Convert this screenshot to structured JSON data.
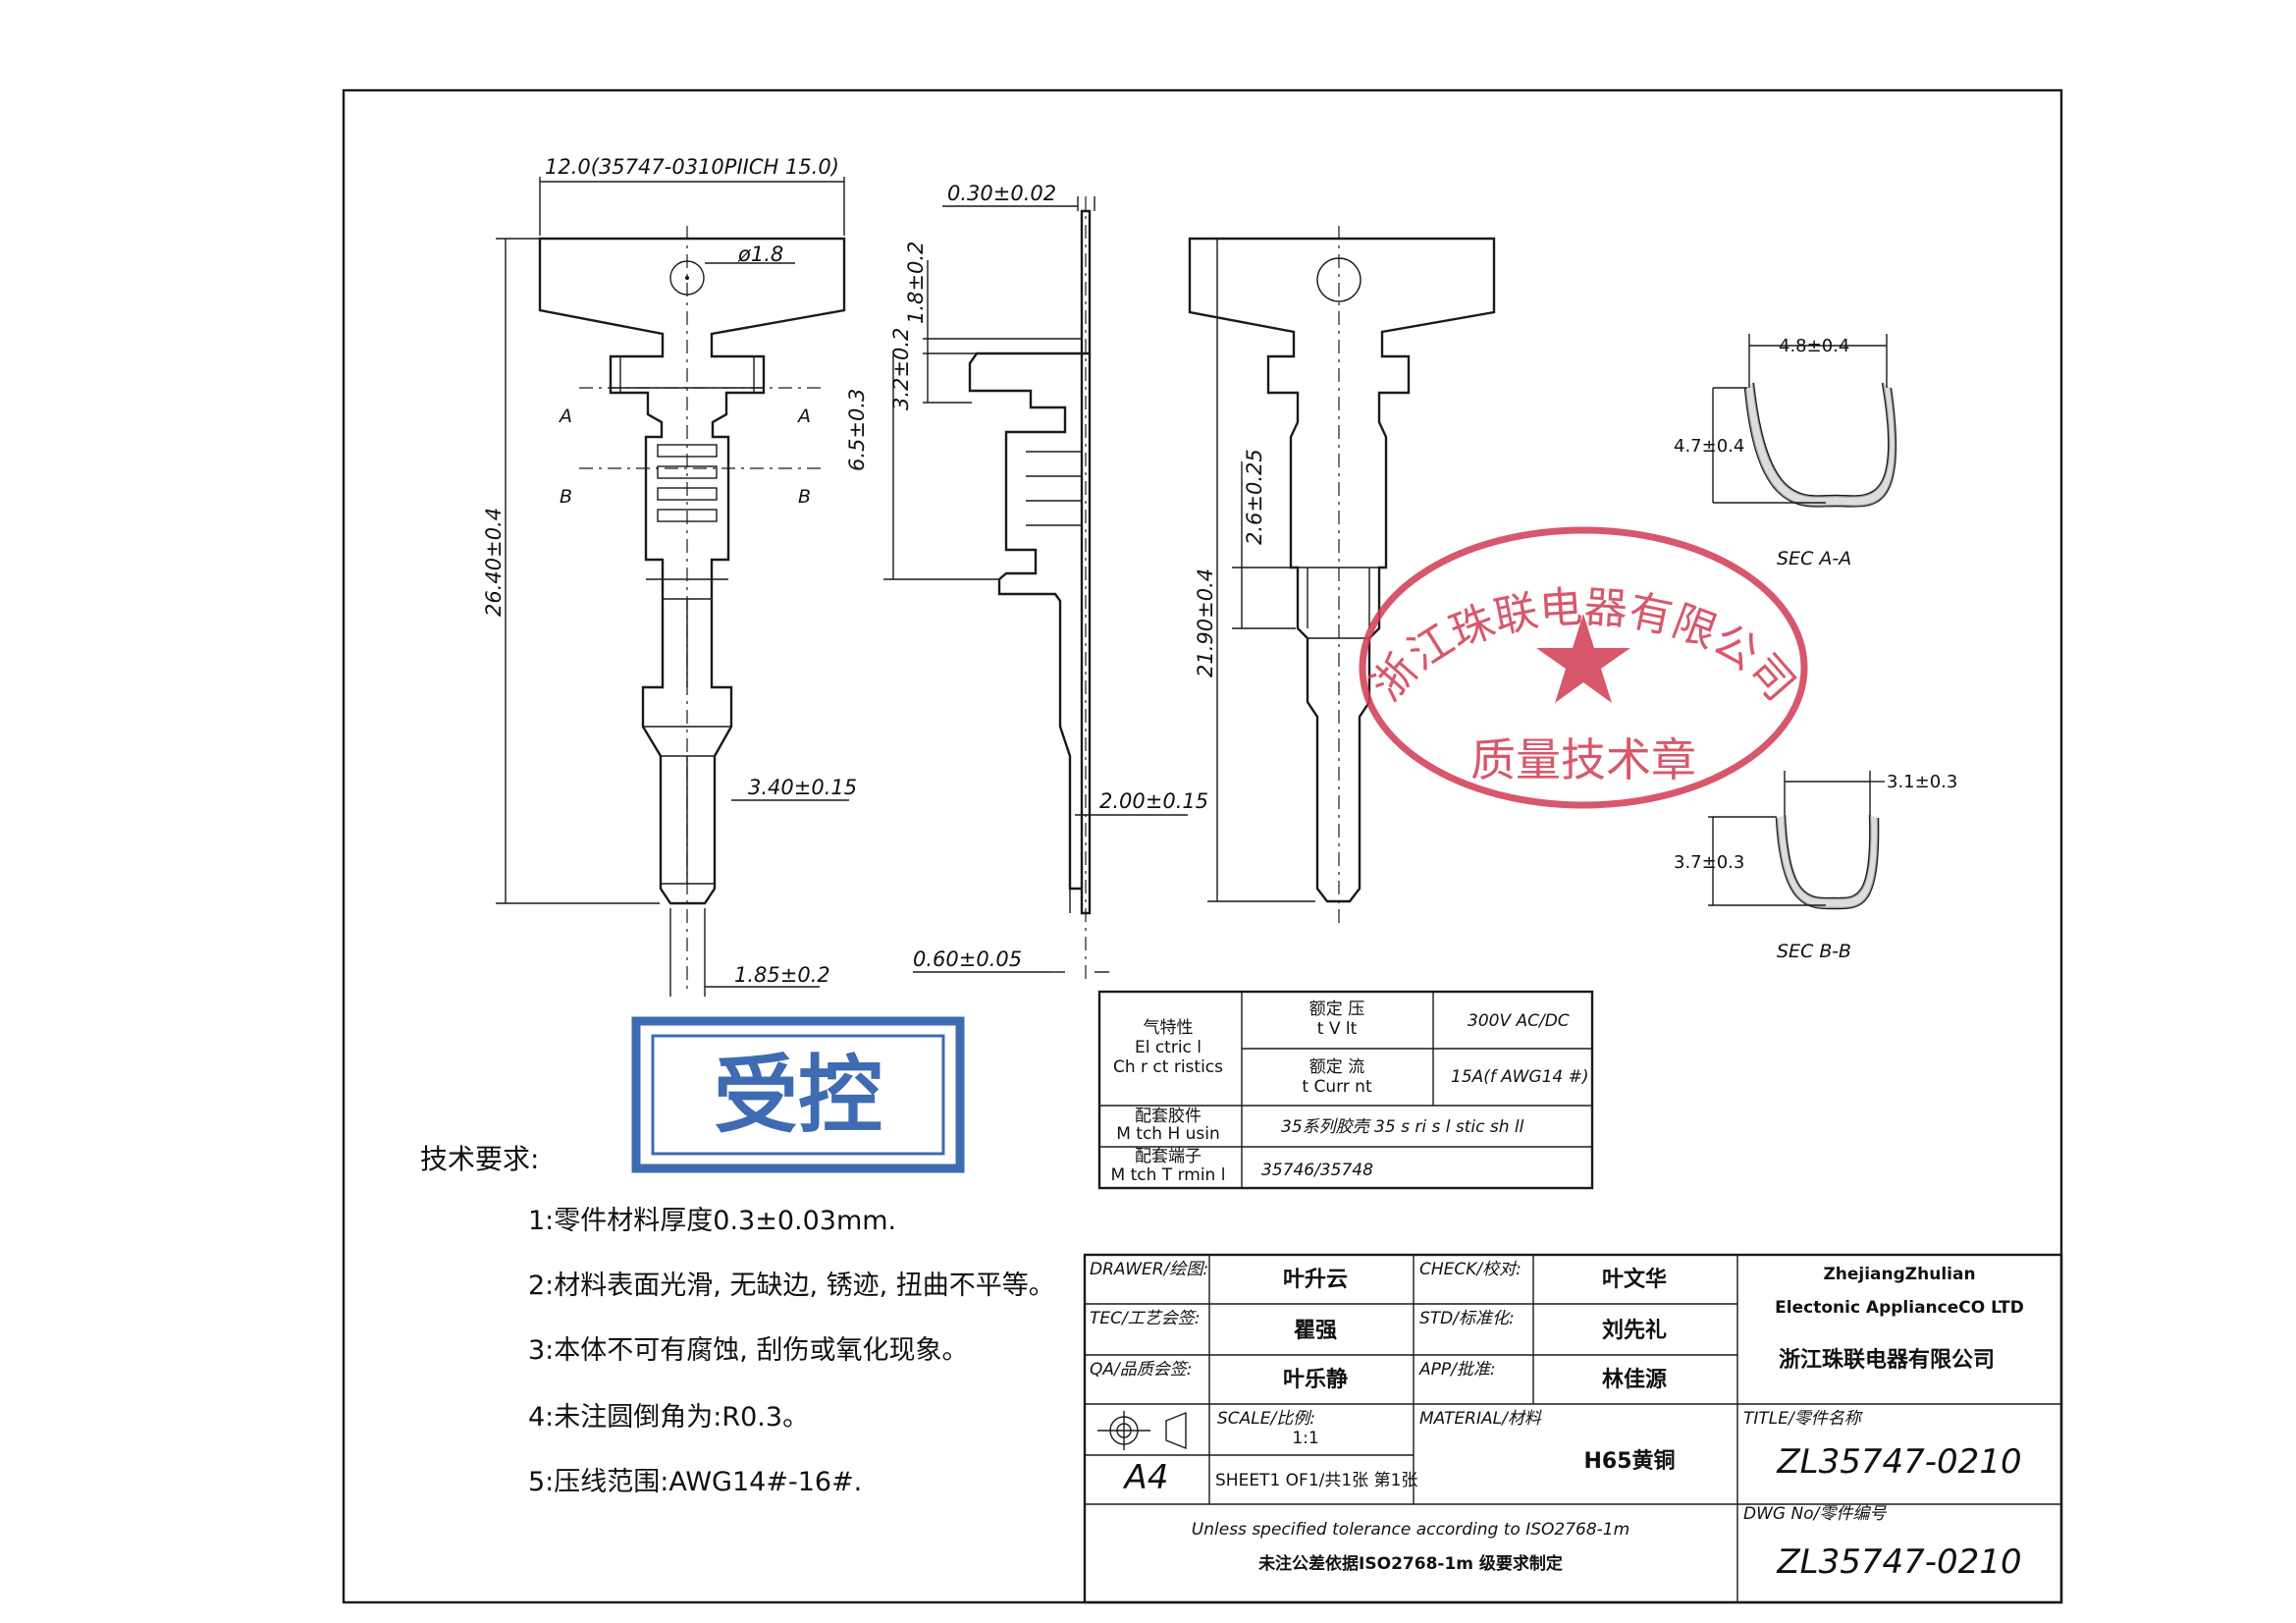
{
  "views": {
    "front": {
      "top_width": "12.0(35747-0310PIICH 15.0)",
      "hole_dia": "ø1.8",
      "total_length": "26.40±0.4",
      "pin_width": "3.40±0.15",
      "tip_width": "1.85±0.2",
      "section_a": "A",
      "section_b": "B"
    },
    "side": {
      "thickness": "0.30±0.02",
      "d1": "1.8±0.2",
      "d2": "3.2±0.2",
      "d3": "6.5±0.3",
      "pin_width": "2.00±0.15",
      "tip_thickness": "0.60±0.05"
    },
    "back": {
      "d1": "2.6±0.25",
      "length": "21.90±0.4"
    },
    "section_aa": {
      "width": "4.8±0.4",
      "height": "4.7±0.4",
      "label": "SEC A-A"
    },
    "section_bb": {
      "width": "3.1±0.3",
      "height": "3.7±0.3",
      "label": "SEC B-B"
    }
  },
  "spec_table": {
    "electrical_label_cn": "气特性",
    "electrical_label_en1": "El ctric l",
    "electrical_label_en2": "Ch r ct ristics",
    "voltage_label_cn": "额定 压",
    "voltage_label_en": "t V lt",
    "voltage_value": "300V AC/DC",
    "current_label_cn": "额定 流",
    "current_label_en": "t Curr nt",
    "current_value": "15A(f AWG14 #)",
    "housing_label_cn": "配套胶件",
    "housing_label_en": "M tch H usin",
    "housing_value": "35系列胶壳 35 s ri s l stic sh ll",
    "terminal_label_cn": "配套端子",
    "terminal_label_en": "M tch T rmin l",
    "terminal_value": "35746/35748"
  },
  "stamps": {
    "red_company": "浙江珠联电器有限公司",
    "red_dept": "质量技术章",
    "blue_control": "受控"
  },
  "notes": {
    "heading": "技术要求:",
    "items": [
      "1:零件材料厚度0.3±0.03mm.",
      "2:材料表面光滑, 无缺边, 锈迹, 扭曲不平等。",
      "3:本体不可有腐蚀, 刮伤或氧化现象。",
      "4:未注圆倒角为:R0.3。",
      "5:压线范围:AWG14#-16#."
    ]
  },
  "title_block": {
    "drawer_label": "DRAWER/绘图:",
    "drawer_value": "叶升云",
    "check_label": "CHECK/校对:",
    "check_value": "叶文华",
    "tec_label": "TEC/工艺会签:",
    "tec_value": "瞿强",
    "std_label": "STD/标准化:",
    "std_value": "刘先礼",
    "qa_label": "QA/品质会签:",
    "qa_value": "叶乐静",
    "app_label": "APP/批准:",
    "app_value": "林佳源",
    "company_en1": "ZhejiangZhulian",
    "company_en2": "Electonic ApplianceCO LTD",
    "company_cn": "浙江珠联电器有限公司",
    "scale_label": "SCALE/比例:",
    "scale_value": "1:1",
    "material_label": "MATERIAL/材料",
    "material_value": "H65黄铜",
    "title_label": "TITLE/零件名称",
    "title_value": "ZL35747-0210",
    "paper_size": "A4",
    "sheet_label": "SHEET1 OF1/共1张 第1张",
    "tolerance_en": "Unless specified tolerance according to ISO2768-1m",
    "tolerance_cn": "未注公差依据ISO2768-1m 级要求制定",
    "dwg_label": "DWG No/零件编号",
    "dwg_value": "ZL35747-0210"
  }
}
